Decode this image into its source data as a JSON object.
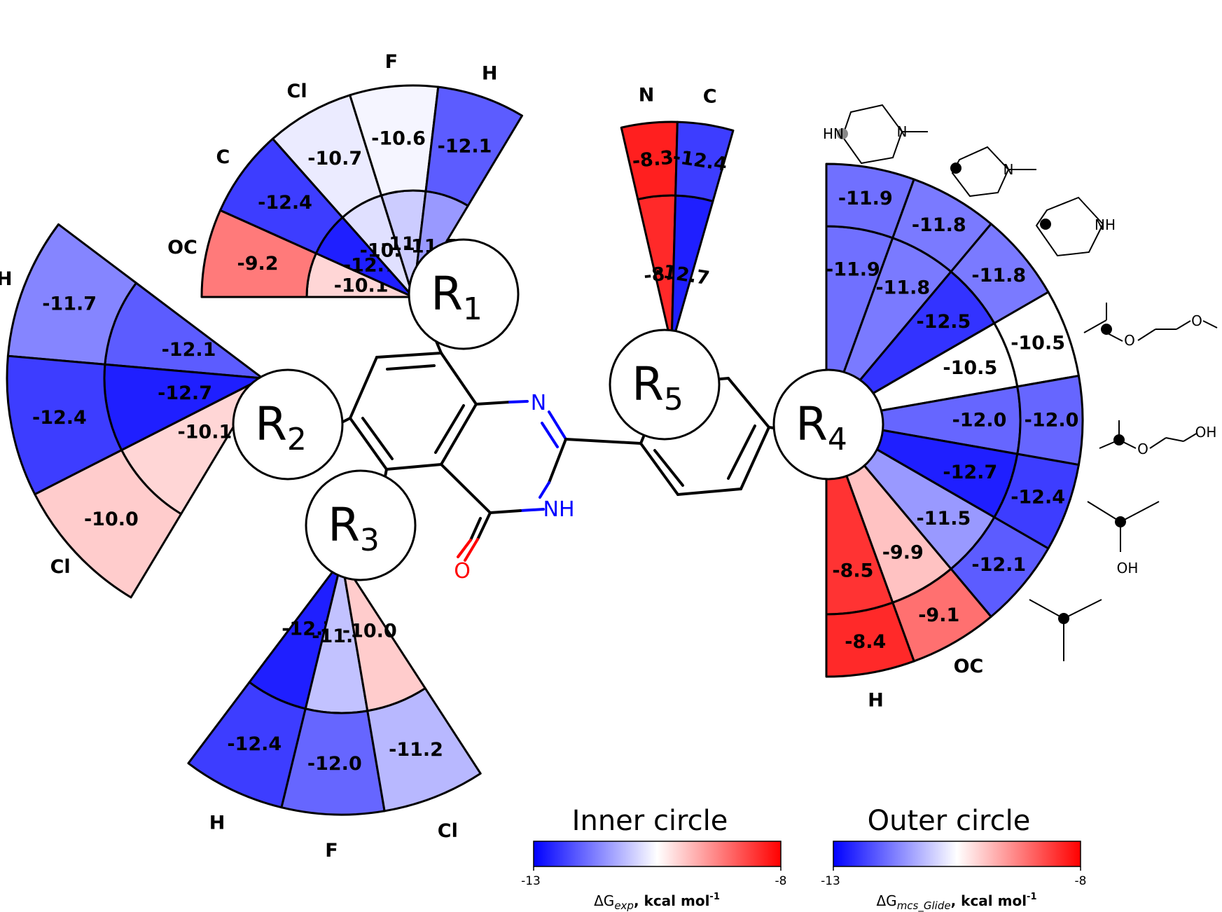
{
  "groups": {
    "R1": {
      "name": "R",
      "sub": "1",
      "substituents": [
        "OC",
        "C",
        "Cl",
        "F",
        "H"
      ],
      "inner": [
        -10.1,
        -12.7,
        -10.8,
        -11.0,
        -11.5
      ],
      "outer": [
        -9.2,
        -12.4,
        -10.7,
        -10.6,
        -12.1
      ]
    },
    "R2": {
      "name": "R",
      "sub": "2",
      "substituents": [
        "H",
        "F",
        "Cl"
      ],
      "inner": [
        -12.1,
        -12.7,
        -10.1
      ],
      "outer": [
        -11.7,
        -12.4,
        -10.0
      ]
    },
    "R3": {
      "name": "R",
      "sub": "3",
      "substituents": [
        "H",
        "F",
        "Cl"
      ],
      "inner": [
        -12.7,
        -11.1,
        -10.0
      ],
      "outer": [
        -12.4,
        -12.0,
        -11.2
      ]
    },
    "R4": {
      "name": "R",
      "sub": "4",
      "substituents": [
        "methylpiperazine",
        "methylpiperidine",
        "piperidine",
        "methoxyethoxy-isopropyl",
        "hydroxyethoxy-isopropyl",
        "isopropanol",
        "isopropyl",
        "OC",
        "H"
      ],
      "inner": [
        -11.9,
        -11.8,
        -12.5,
        -10.5,
        -12.0,
        -12.7,
        -11.5,
        -9.9,
        -8.5
      ],
      "outer": [
        -11.9,
        -11.8,
        -11.8,
        -10.5,
        -12.0,
        -12.4,
        -12.1,
        -9.1,
        -8.4
      ]
    },
    "R5": {
      "name": "R",
      "sub": "5",
      "substituents": [
        "N",
        "C"
      ],
      "inner": [
        -8.4,
        -12.7
      ],
      "outer": [
        -8.3,
        -12.4
      ]
    }
  },
  "core": {
    "atoms": {
      "n_top": "N",
      "n_h": "NH",
      "o": "O"
    }
  },
  "structures": {
    "r4_nh": "NH",
    "r4_hn": "HN",
    "r4_n1": "N",
    "r4_n2": "N",
    "r4_o1": "O",
    "r4_o2": "O",
    "r4_o3": "O",
    "r4_oh1": "OH",
    "r4_oh2": "OH"
  },
  "colorbars": {
    "inner": {
      "title": "Inner circle",
      "min": "-13",
      "max": "-8",
      "label_main": "ΔG",
      "label_sub": "exp",
      "label_rest": ", kcal mol",
      "label_sup": "-1"
    },
    "outer": {
      "title": "Outer circle",
      "min": "-13",
      "max": "-8",
      "label_main": "ΔG",
      "label_sub": "mcs_Glide",
      "label_rest": ", kcal mol",
      "label_sup": "-1"
    }
  },
  "colors": {
    "low": "#0000ff",
    "mid": "#ffffff",
    "high": "#ff0000",
    "n_atom": "#0000ff",
    "o_atom": "#ff0000"
  },
  "scale": {
    "min": -13,
    "max": -8
  }
}
